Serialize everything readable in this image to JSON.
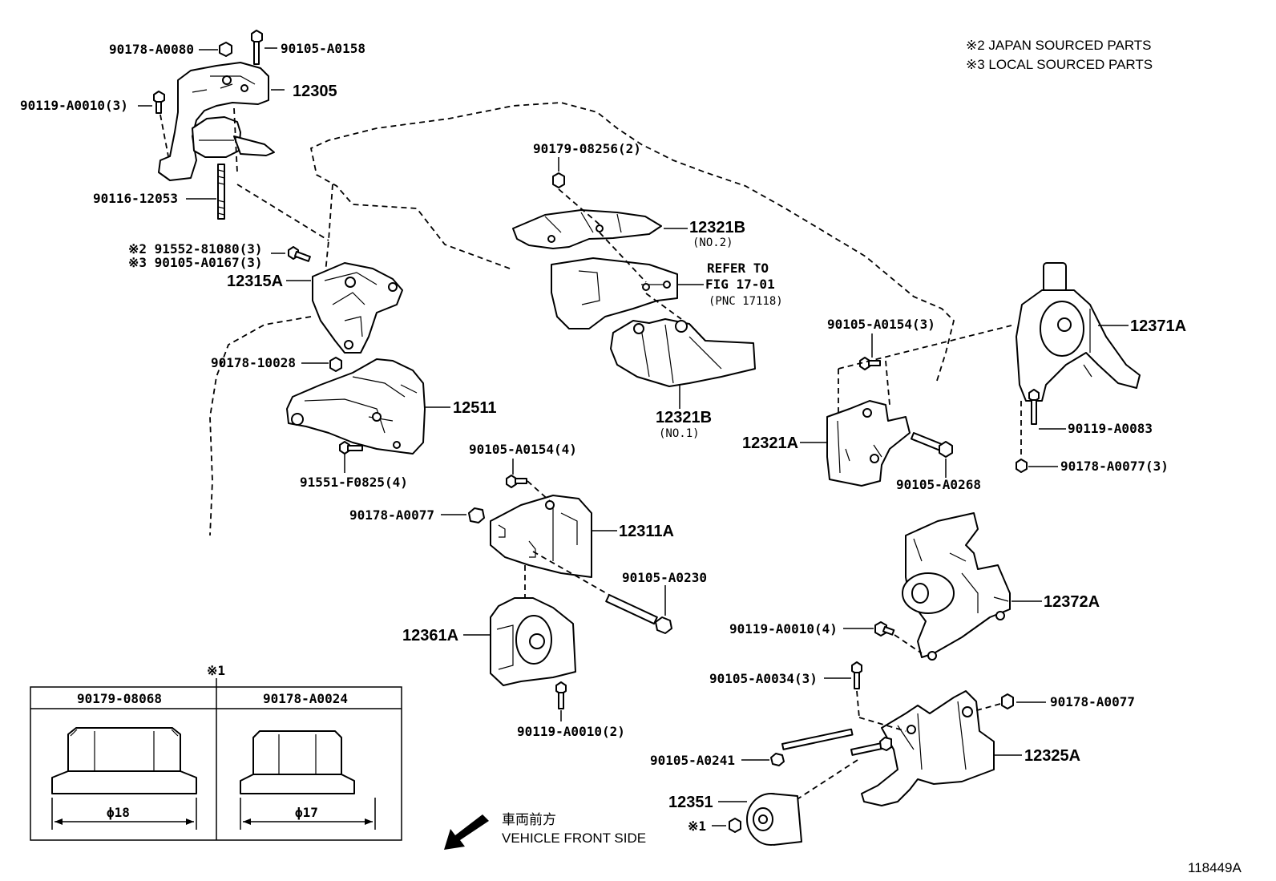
{
  "notes": {
    "japan": "※2 JAPAN SOURCED PARTS",
    "local": "※3 LOCAL SOURCED PARTS"
  },
  "refer": {
    "line1": "REFER TO",
    "line2": "FIG 17-01",
    "line3": "(PNC 17118)"
  },
  "labels": {
    "p90178_A0080": "90178-A0080",
    "p90105_A0158": "90105-A0158",
    "p12305": "12305",
    "p90119_A0010_3": "90119-A0010(3)",
    "p90116_12053": "90116-12053",
    "p91552_81080_3": "※2 91552-81080(3)",
    "p90105_A0167_3": "※3 90105-A0167(3)",
    "p12315A": "12315A",
    "p90178_10028": "90178-10028",
    "p12511": "12511",
    "p91551_F0825_4": "91551-F0825(4)",
    "p90179_08256_2": "90179-08256(2)",
    "p12321B_no2": "12321B",
    "p12321B_no2_sub": "(NO.2)",
    "p12321B_no1": "12321B",
    "p12321B_no1_sub": "(NO.1)",
    "p90105_A0154_4": "90105-A0154(4)",
    "p90178_A0077_a": "90178-A0077",
    "p12311A": "12311A",
    "p90105_A0230": "90105-A0230",
    "p12361A": "12361A",
    "p90119_A0010_2": "90119-A0010(2)",
    "p90105_A0154_3": "90105-A0154(3)",
    "p12321A": "12321A",
    "p90105_A0268": "90105-A0268",
    "p12371A": "12371A",
    "p90119_A0083": "90119-A0083",
    "p90178_A0077_3": "90178-A0077(3)",
    "p12372A": "12372A",
    "p90119_A0010_4": "90119-A0010(4)",
    "p90105_A0034_3": "90105-A0034(3)",
    "p90178_A0077_b": "90178-A0077",
    "p90105_A0241": "90105-A0241",
    "p12325A": "12325A",
    "p12351": "12351",
    "p_note1": "※1"
  },
  "inset": {
    "marker": "※1",
    "left_title": "90179-08068",
    "right_title": "90178-A0024",
    "left_dim": "ϕ18",
    "right_dim": "ϕ17"
  },
  "front": {
    "japanese": "車両前方",
    "english": "VEHICLE FRONT SIDE"
  },
  "figure_id": "118449A"
}
